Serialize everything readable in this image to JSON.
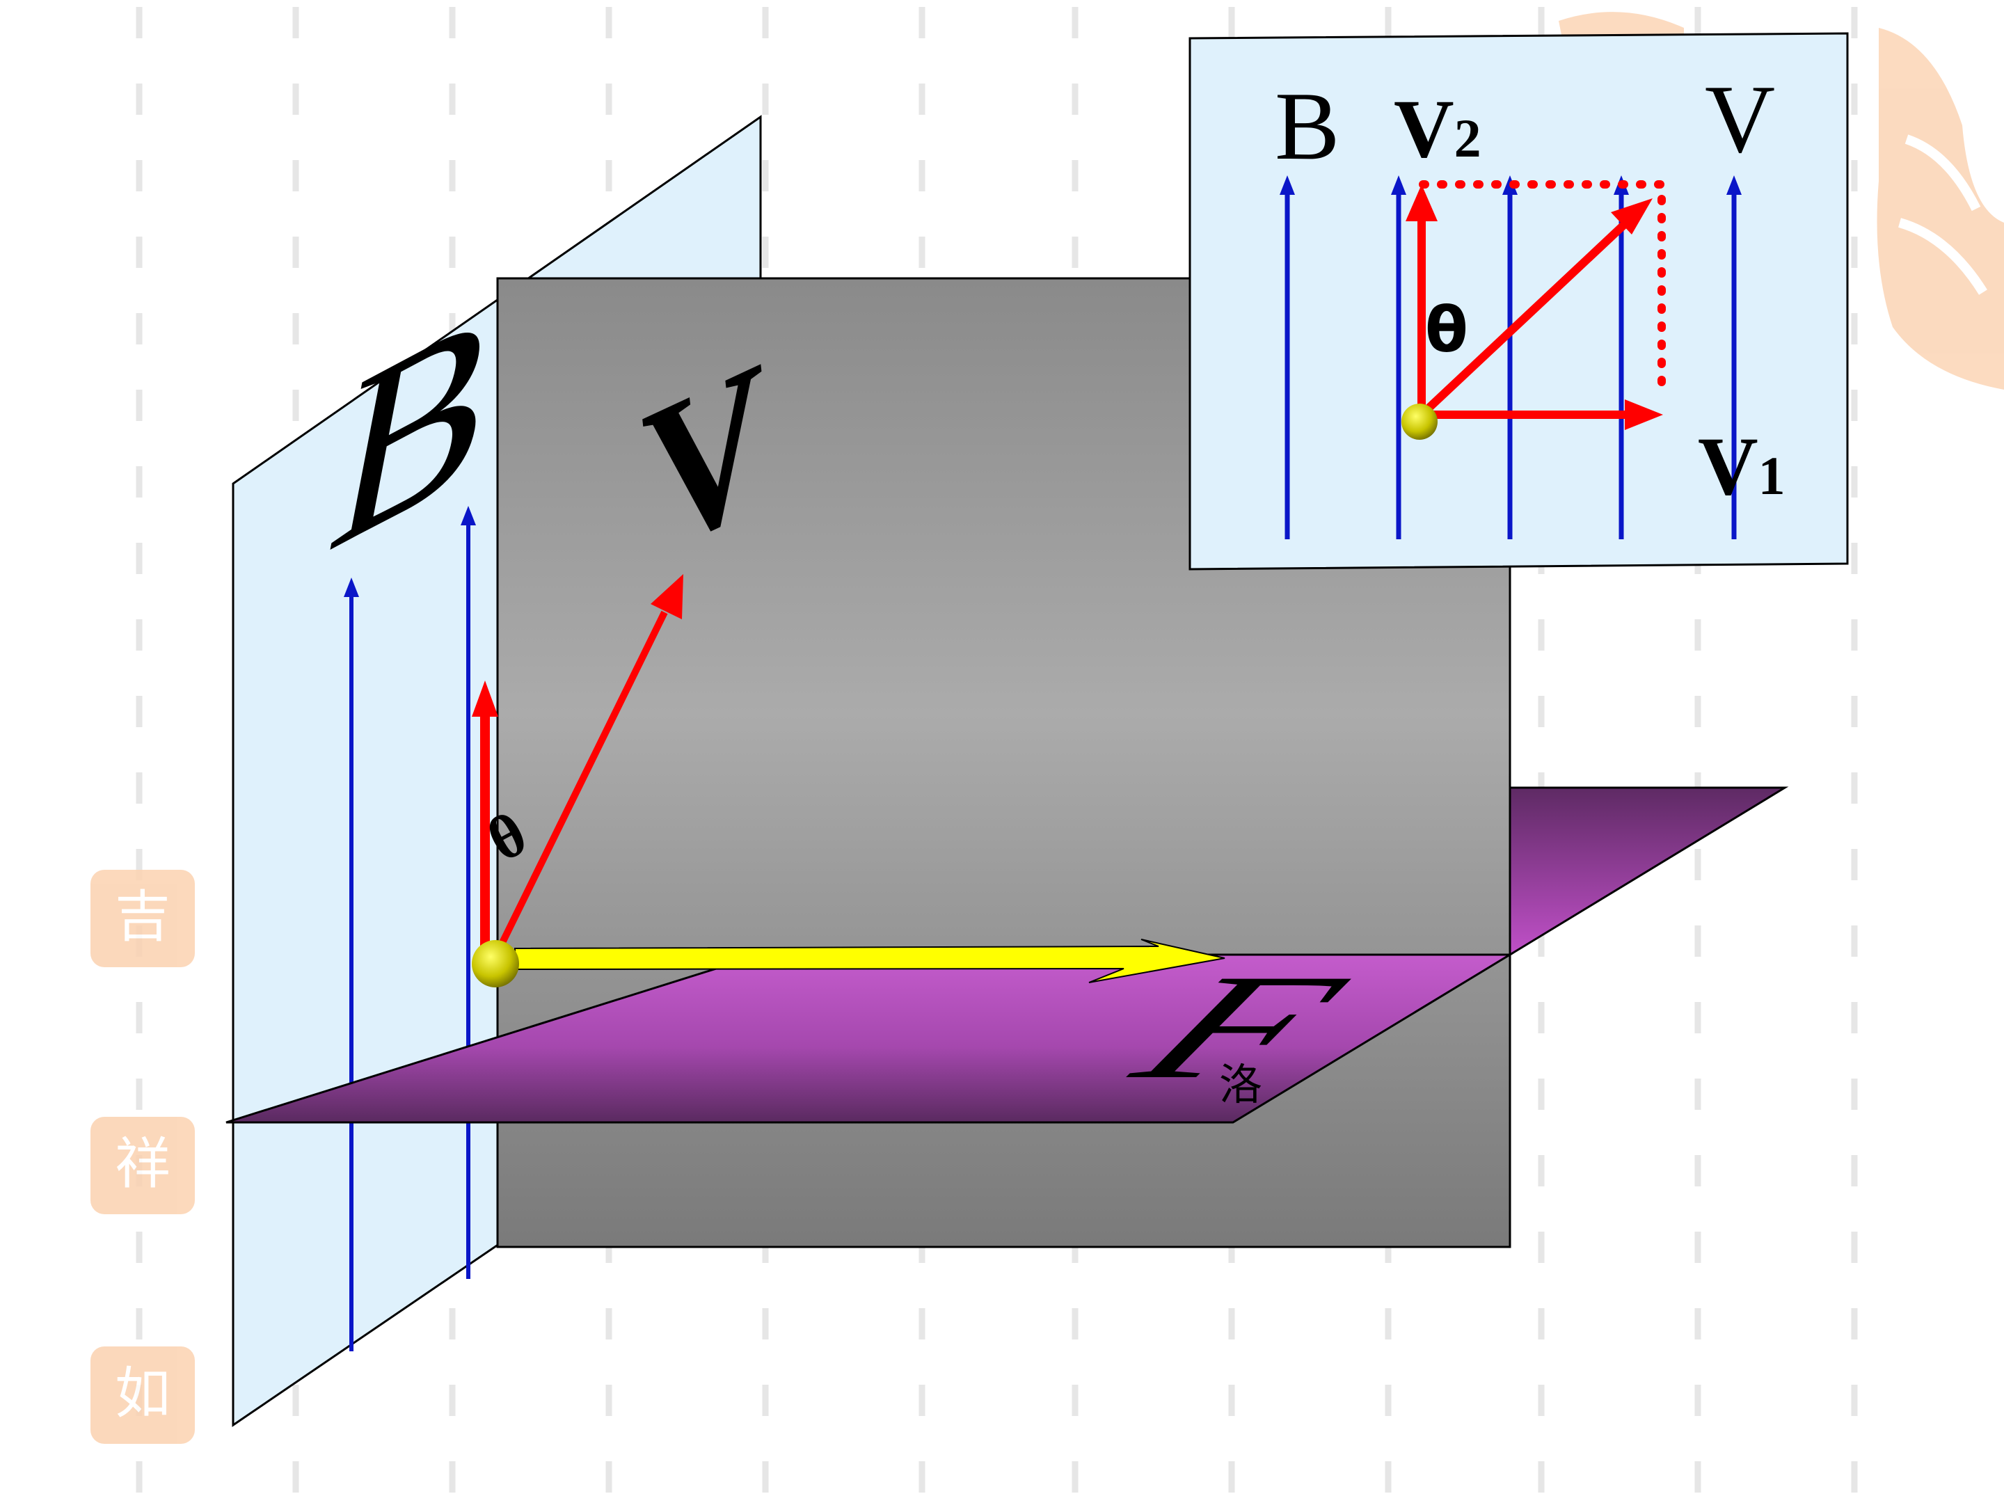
{
  "main_diagram": {
    "labels": {
      "field": "B",
      "velocity": "V",
      "angle": "θ",
      "force": "F",
      "force_subscript": "洛"
    },
    "colors": {
      "field_lines": "#0a16c8",
      "velocity": "#ff0000",
      "force": "#ffff00",
      "vertical_plane": "#dff1fc",
      "gray_plane": "#9a9a9a",
      "purple_plane": "#b04fb8",
      "particle": "#c8c400"
    }
  },
  "inset_diagram": {
    "labels": {
      "field": "B",
      "v2": "V",
      "v2_subscript": "2",
      "v": "V",
      "v1": "V",
      "v1_subscript": "1",
      "angle": "θ"
    },
    "colors": {
      "background": "#dff1fc",
      "field_lines": "#0a16c8",
      "vectors": "#ff0000"
    }
  },
  "decorations": {
    "seal_color": "#fbd2b0",
    "dash_color": "#e6e6e6"
  }
}
